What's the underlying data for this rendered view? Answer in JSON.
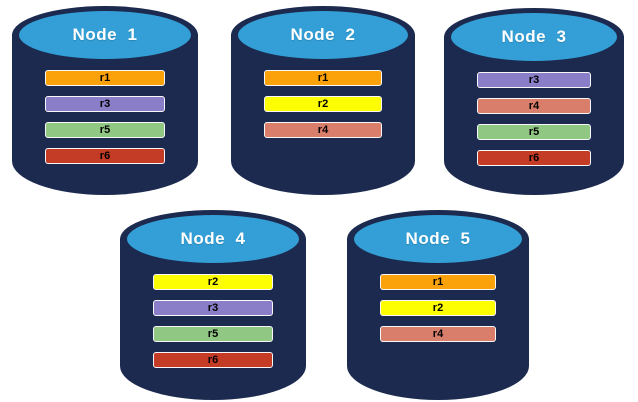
{
  "diagram": {
    "background_color": "#ffffff",
    "cylinder_style": {
      "body_color": "#1b2a4e",
      "top_color": "#339fd6",
      "title_color": "#ffffff",
      "bar_border_color": "#f7f7f7",
      "bar_text_color": "#000000"
    },
    "replica_colors": {
      "r1": "#fba10a",
      "r2": "#fdfe02",
      "r3": "#8b7ec8",
      "r4": "#d97e6a",
      "r5": "#90c783",
      "r6": "#c43b26"
    },
    "nodes": [
      {
        "title": "Node  1",
        "replicas": [
          "r1",
          "r3",
          "r5",
          "r6"
        ]
      },
      {
        "title": "Node  2",
        "replicas": [
          "r1",
          "r2",
          "r4"
        ]
      },
      {
        "title": "Node  3",
        "replicas": [
          "r3",
          "r4",
          "r5",
          "r6"
        ]
      },
      {
        "title": "Node  4",
        "replicas": [
          "r2",
          "r3",
          "r5",
          "r6"
        ]
      },
      {
        "title": "Node  5",
        "replicas": [
          "r1",
          "r2",
          "r4"
        ]
      }
    ]
  }
}
